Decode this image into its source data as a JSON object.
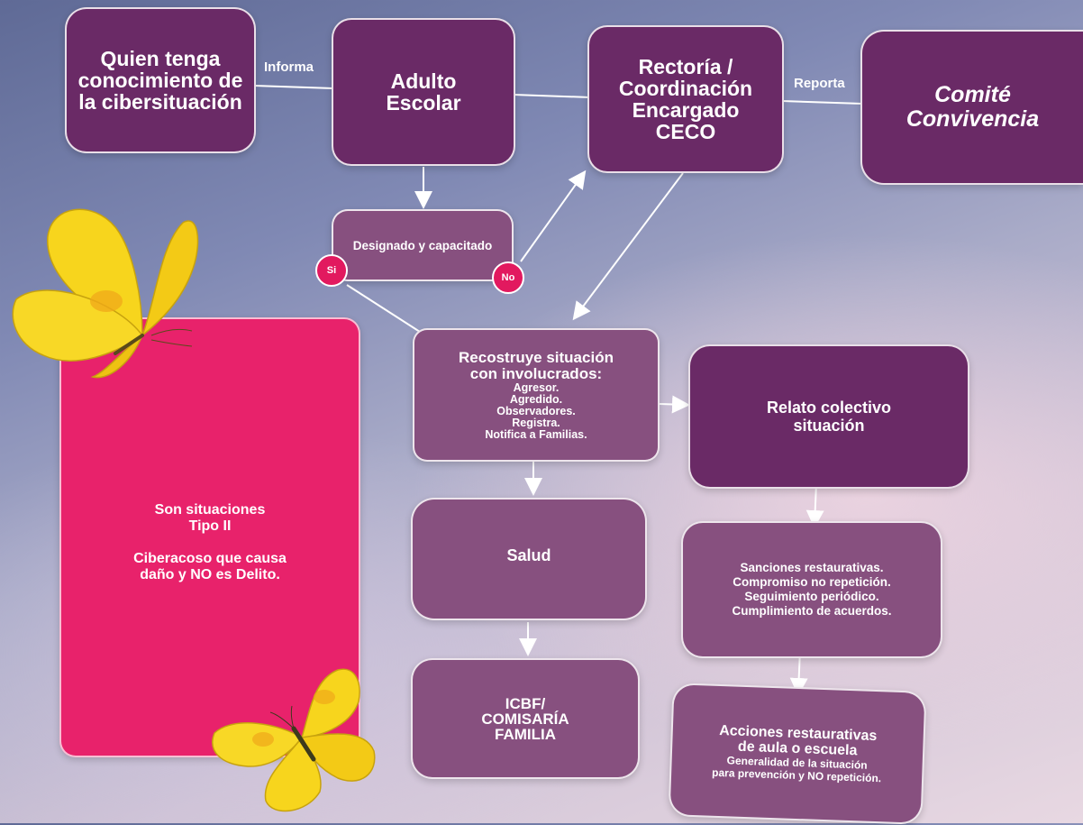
{
  "nodes": {
    "quien": [
      "Quien tenga",
      "conocimiento de",
      "la cibersituación"
    ],
    "adulto": [
      "Adulto",
      "Escolar"
    ],
    "rectoria": [
      "Rectoría /",
      "Coordinación",
      "Encargado",
      "CECO"
    ],
    "comite": [
      "Comité",
      "Convivencia"
    ],
    "designado": "Designado y capacitado",
    "reconstruye_title": [
      "Recostruye situación",
      "con involucrados:"
    ],
    "reconstruye_items": [
      "Agresor.",
      "Agredido.",
      "Observadores.",
      "Registra.",
      "Notifica a Familias."
    ],
    "relato": [
      "Relato colectivo",
      "situación"
    ],
    "salud": "Salud",
    "sanciones": [
      "Sanciones restaurativas.",
      "Compromiso no repetición.",
      "Seguimiento periódico.",
      "Cumplimiento de acuerdos."
    ],
    "icbf": [
      "ICBF/",
      "COMISARÍA",
      "FAMILIA"
    ],
    "acciones_title": [
      "Acciones restaurativas",
      "de aula o escuela"
    ],
    "acciones_sub": [
      "Generalidad de la situación",
      "para prevención y NO repetición."
    ],
    "tipo": [
      "Son situaciones",
      "Tipo II",
      "",
      "Ciberacoso que causa",
      "daño y NO es Delito."
    ]
  },
  "edges": {
    "informa": "Informa",
    "reporta": "Reporta",
    "si": "Si",
    "no": "No"
  },
  "colors": {
    "dark_box": "#6a2a66",
    "mid_box": "#87507f",
    "pink_box": "#e8226b",
    "butterfly": "#f7d51d"
  }
}
